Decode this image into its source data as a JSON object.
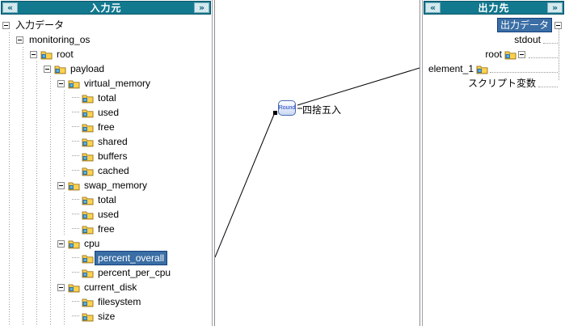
{
  "colors": {
    "header_teal": "#13798f",
    "selection_blue": "#3a6ea5",
    "wire": "#000000",
    "folder_yellow": "#ffd24d",
    "folder_element_blue": "#5ab4e4"
  },
  "left_panel": {
    "header": {
      "collapse_icon": "«",
      "title": "入力元",
      "expand_icon": "»"
    },
    "tree": {
      "items": [
        {
          "label": "入力データ"
        },
        {
          "label": "monitoring_os"
        },
        {
          "label": "root"
        },
        {
          "label": "payload"
        },
        {
          "label": "virtual_memory"
        },
        {
          "label": "total"
        },
        {
          "label": "used"
        },
        {
          "label": "free"
        },
        {
          "label": "shared"
        },
        {
          "label": "buffers"
        },
        {
          "label": "cached"
        },
        {
          "label": "swap_memory"
        },
        {
          "label": "total"
        },
        {
          "label": "used"
        },
        {
          "label": "free"
        },
        {
          "label": "cpu"
        },
        {
          "label": "percent_overall",
          "selected": true
        },
        {
          "label": "percent_per_cpu"
        },
        {
          "label": "current_disk"
        },
        {
          "label": "filesystem"
        },
        {
          "label": "size"
        },
        {
          "label": ""
        }
      ]
    }
  },
  "canvas": {
    "node": {
      "label": "Round",
      "caption": "四捨五入"
    }
  },
  "right_panel": {
    "header": {
      "collapse_icon": "«",
      "title": "出力先",
      "expand_icon": "»"
    },
    "tree": {
      "items": [
        {
          "label": "出力データ",
          "selected": true
        },
        {
          "label": "stdout"
        },
        {
          "label": "root"
        },
        {
          "label": "element_1"
        },
        {
          "label": "スクリプト変数"
        }
      ]
    }
  }
}
